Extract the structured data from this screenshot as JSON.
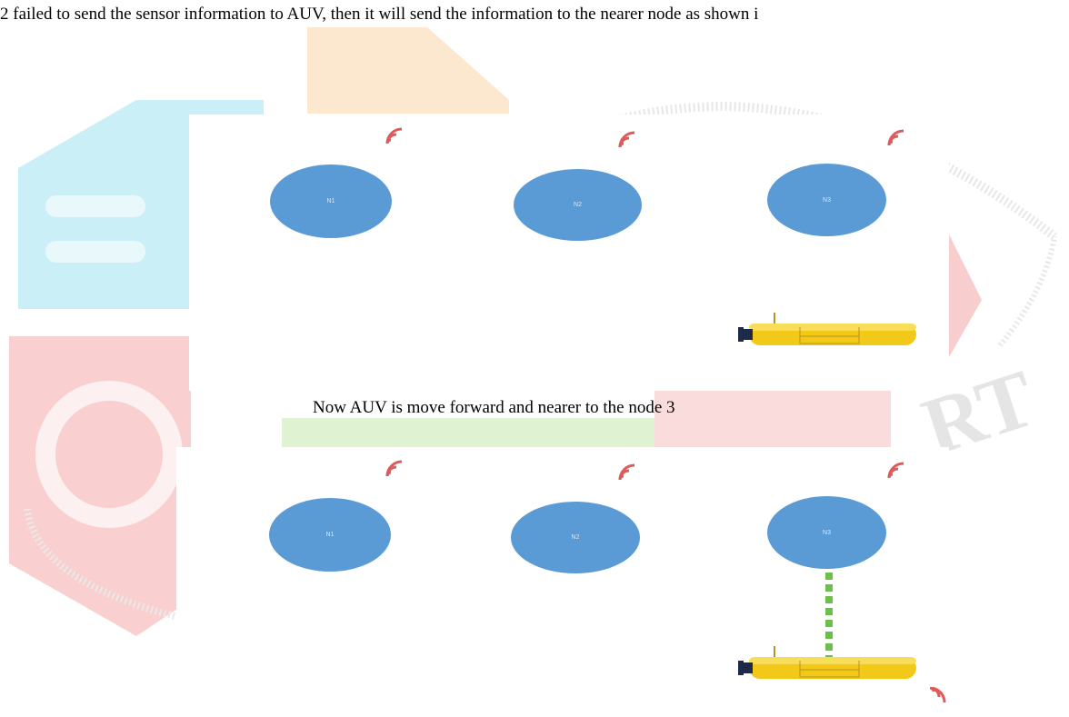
{
  "paragraph": "2 failed to send the sensor information to AUV, then it will send the information to the nearer node as shown i",
  "caption": "Now AUV is move forward and nearer to the node 3",
  "watermark": {
    "letters": "RT"
  },
  "colors": {
    "node_fill": "#5b9bd5",
    "signal": "#e15a5a",
    "auv_body": "#f2c919",
    "link": "#6cc04a"
  },
  "figure_top": {
    "nodes": [
      {
        "label": "N1"
      },
      {
        "label": "N2"
      },
      {
        "label": "N3"
      }
    ]
  },
  "figure_bottom": {
    "nodes": [
      {
        "label": "N1"
      },
      {
        "label": "N2"
      },
      {
        "label": "N3"
      }
    ]
  }
}
